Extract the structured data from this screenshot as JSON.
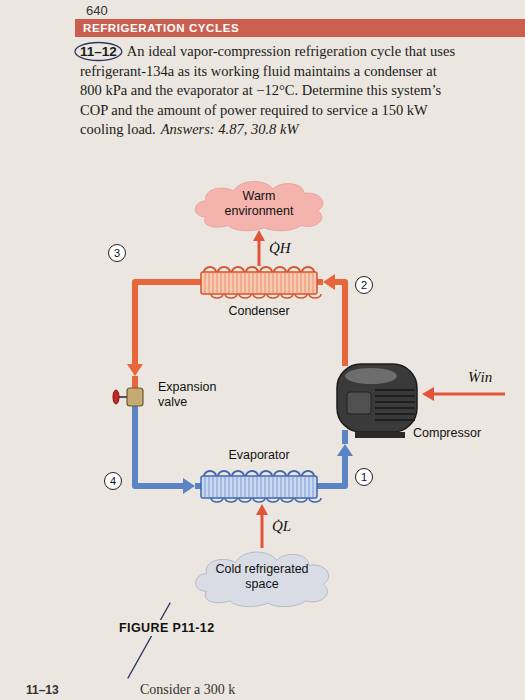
{
  "diagram": {
    "caption": "FIGURE P11-12",
    "nodes": [
      {
        "text": [
          "REFRIGERATION CYCLES"
        ]
      },
      {
        "text": [
          "Warm environment"
        ]
      },
      {
        "text": [
          "Condenser"
        ]
      },
      {
        "text": [
          "3"
        ]
      },
      {
        "text": [
          "2"
        ]
      },
      {
        "text": [
          "Expansion valve"
        ]
      },
      {
        "text": [
          "Compressor"
        ]
      },
      {
        "text": [
          "Evaporator"
        ]
      },
      {
        "text": [
          "4"
        ]
      },
      {
        "text": [
          "1"
        ]
      },
      {
        "text": [
          "Cold refrigerated space"
        ]
      }
    ],
    "edges": [
      {
        "from": 2,
        "to": 1,
        "label": "Q̇H",
        "arrow": "to"
      },
      {
        "from": 6,
        "to": 2,
        "arrow": "to"
      },
      {
        "from": 2,
        "to": 5,
        "arrow": "to"
      },
      {
        "from": 5,
        "to": 7,
        "arrow": "to"
      },
      {
        "from": 7,
        "to": 6,
        "arrow": "to"
      },
      {
        "from": 10,
        "to": 7,
        "label": "Q̇L",
        "arrow": "to"
      }
    ],
    "labels": [
      "640",
      "11–12",
      "An ideal vapor-compression refrigeration cycle that uses refrigerant-134a as its working fluid maintains a condenser at 800 kPa and the evaporator at −12°C. Determine this system’s COP and the amount of power required to service a 150 kW cooling load.",
      "Answers: 4.87, 30.8 kW",
      "Ẇin",
      "11–13",
      "Consider a 300 k"
    ]
  }
}
